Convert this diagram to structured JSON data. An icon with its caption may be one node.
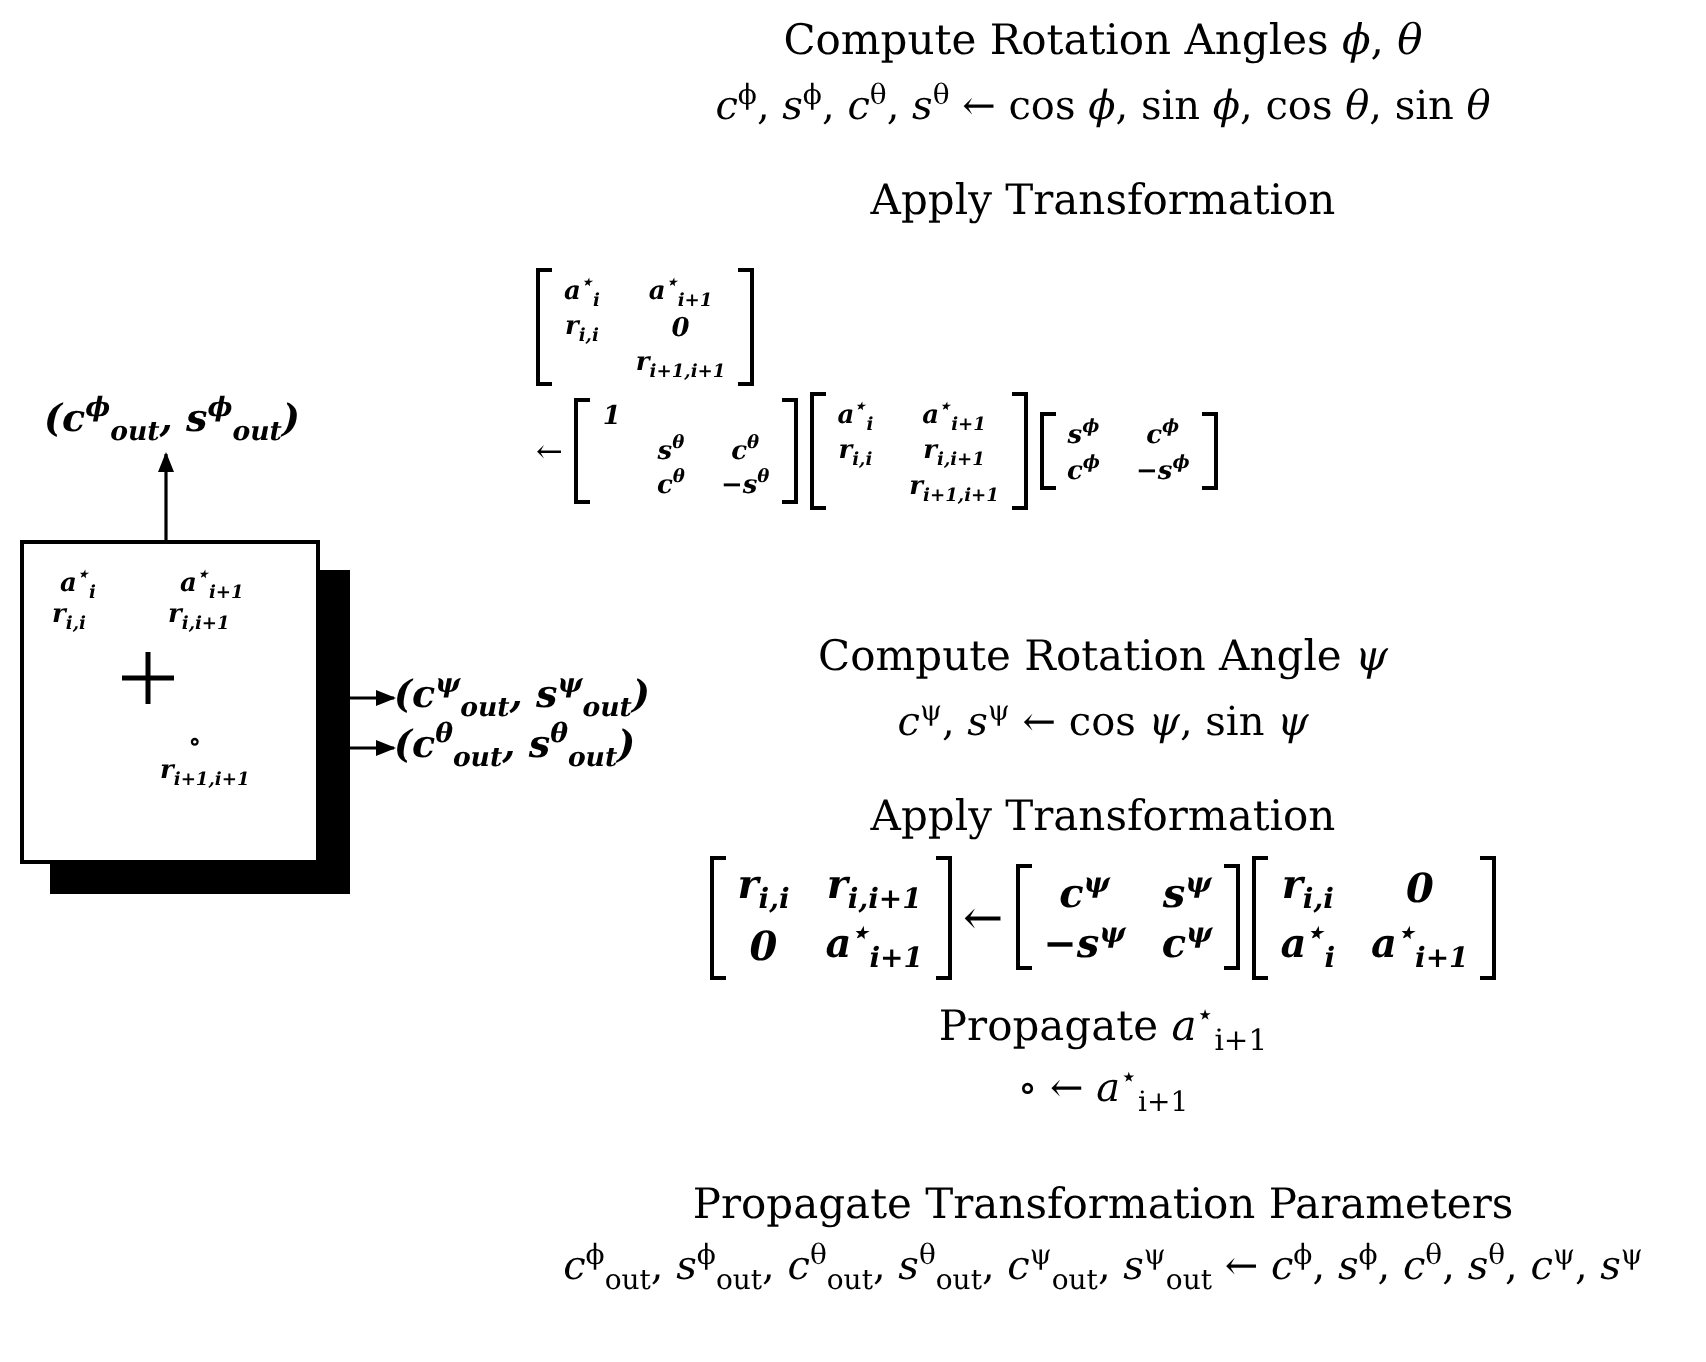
{
  "diagram": {
    "nodes": [
      {
        "text": [
          "a$^{⋆}$$_{i}$",
          "r$_{i,i}$",
          "a$^{⋆}$$_{i+1}$",
          "r$_{i,i+1}$",
          "∘",
          "r$_{i+1,i+1}$"
        ]
      },
      {
        "text": [
          "(c$^{ϕ}$$_{out}$, s$^{ϕ}$$_{out}$)"
        ]
      },
      {
        "text": [
          "(c$^{ψ}$$_{out}$, s$^{ψ}$$_{out}$)"
        ]
      },
      {
        "text": [
          "(c$^{θ}$$_{out}$, s$^{θ}$$_{out}$)"
        ]
      }
    ],
    "edges": [
      {
        "from": 0,
        "to": 1,
        "arrow": "to"
      },
      {
        "from": 0,
        "to": 2,
        "arrow": "to"
      },
      {
        "from": 0,
        "to": 3,
        "arrow": "to"
      }
    ],
    "labels": [
      "Compute Rotation Angles *ϕ*, *θ*",
      "*c*$^{ϕ}$, *s*$^{ϕ}$, *c*$^{θ}$, *s*$^{θ}$ ← cos *ϕ*, sin *ϕ*, cos *θ*, sin *θ*",
      "Apply Transformation",
      "a$^{⋆}$$_{i}$",
      "a$^{⋆}$$_{i+1}$",
      "r$_{i,i}$",
      "0",
      "r$_{i+1,i+1}$",
      "←",
      "1",
      "s$^{θ}$",
      "c$^{θ}$",
      "c$^{θ}$",
      "−s$^{θ}$",
      "a$^{⋆}$$_{i}$",
      "a$^{⋆}$$_{i+1}$",
      "r$_{i,i}$",
      "r$_{i,i+1}$",
      "r$_{i+1,i+1}$",
      "s$^{ϕ}$",
      "c$^{ϕ}$",
      "c$^{ϕ}$",
      "−s$^{ϕ}$",
      "Compute Rotation Angle *ψ*",
      "*c*$^{ψ}$, *s*$^{ψ}$ ← cos *ψ*, sin *ψ*",
      "Apply Transformation",
      "r$_{i,i}$",
      "r$_{i,i+1}$",
      "0",
      "a$^{⋆}$$_{i+1}$",
      "←",
      "c$^{ψ}$",
      "s$^{ψ}$",
      "−s$^{ψ}$",
      "c$^{ψ}$",
      "r$_{i,i}$",
      "0",
      "a$^{⋆}$$_{i}$",
      "a$^{⋆}$$_{i+1}$",
      "Propagate *a*$^{⋆}$$_{i+1}$",
      "∘ ← *a*$^{⋆}$$_{i+1}$",
      "Propagate Transformation Parameters",
      "*c*$^{ϕ}$$_{out}$, *s*$^{ϕ}$$_{out}$, *c*$^{θ}$$_{out}$, *s*$^{θ}$$_{out}$, *c*$^{ψ}$$_{out}$, *s*$^{ψ}$$_{out}$ ← *c*$^{ϕ}$, *s*$^{ϕ}$, *c*$^{θ}$, *s*$^{θ}$, *c*$^{ψ}$, *s*$^{ψ}$"
    ]
  }
}
